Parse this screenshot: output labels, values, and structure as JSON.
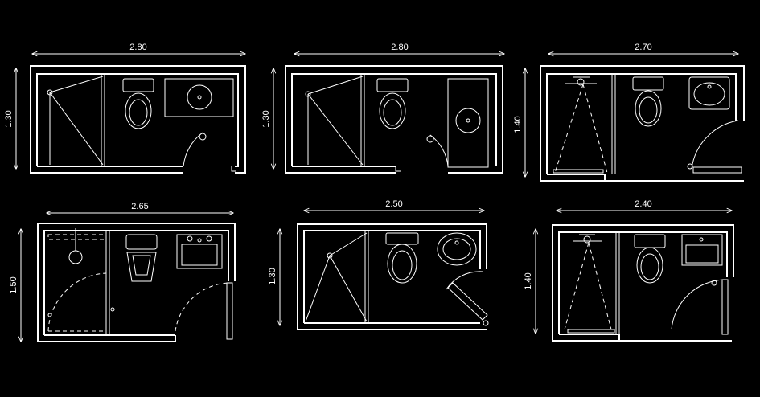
{
  "colors": {
    "background": "#000000",
    "linework": "#ffffff"
  },
  "plans": [
    {
      "id": "plan-1",
      "width_label": "2.80",
      "depth_label": "1.30"
    },
    {
      "id": "plan-2",
      "width_label": "2.80",
      "depth_label": "1.30"
    },
    {
      "id": "plan-3",
      "width_label": "2.70",
      "depth_label": "1.40"
    },
    {
      "id": "plan-4",
      "width_label": "2.65",
      "depth_label": "1.50"
    },
    {
      "id": "plan-5",
      "width_label": "2.50",
      "depth_label": "1.30"
    },
    {
      "id": "plan-6",
      "width_label": "2.40",
      "depth_label": "1.40"
    }
  ]
}
